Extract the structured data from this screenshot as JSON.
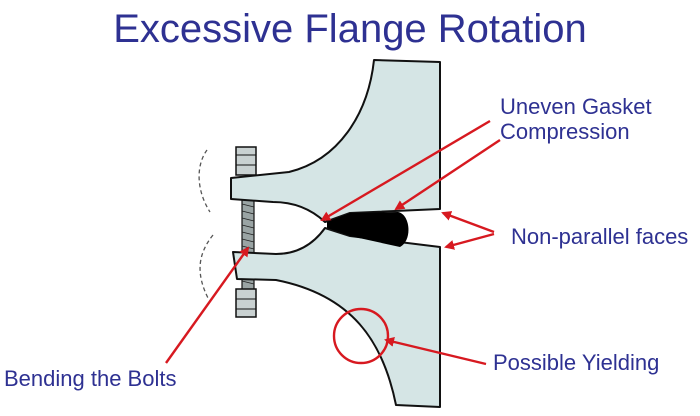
{
  "title": "Excessive Flange Rotation",
  "labels": {
    "gasket_line1": "Uneven Gasket",
    "gasket_line2": "Compression",
    "non_parallel": "Non-parallel faces",
    "yielding": "Possible Yielding",
    "bending": "Bending the Bolts"
  },
  "colors": {
    "text": "#2e3192",
    "arrow": "#d71920",
    "steel": "#d5e5e5",
    "outline": "#111111",
    "gasket": "#000000",
    "bolt": "#bfc7c7"
  }
}
